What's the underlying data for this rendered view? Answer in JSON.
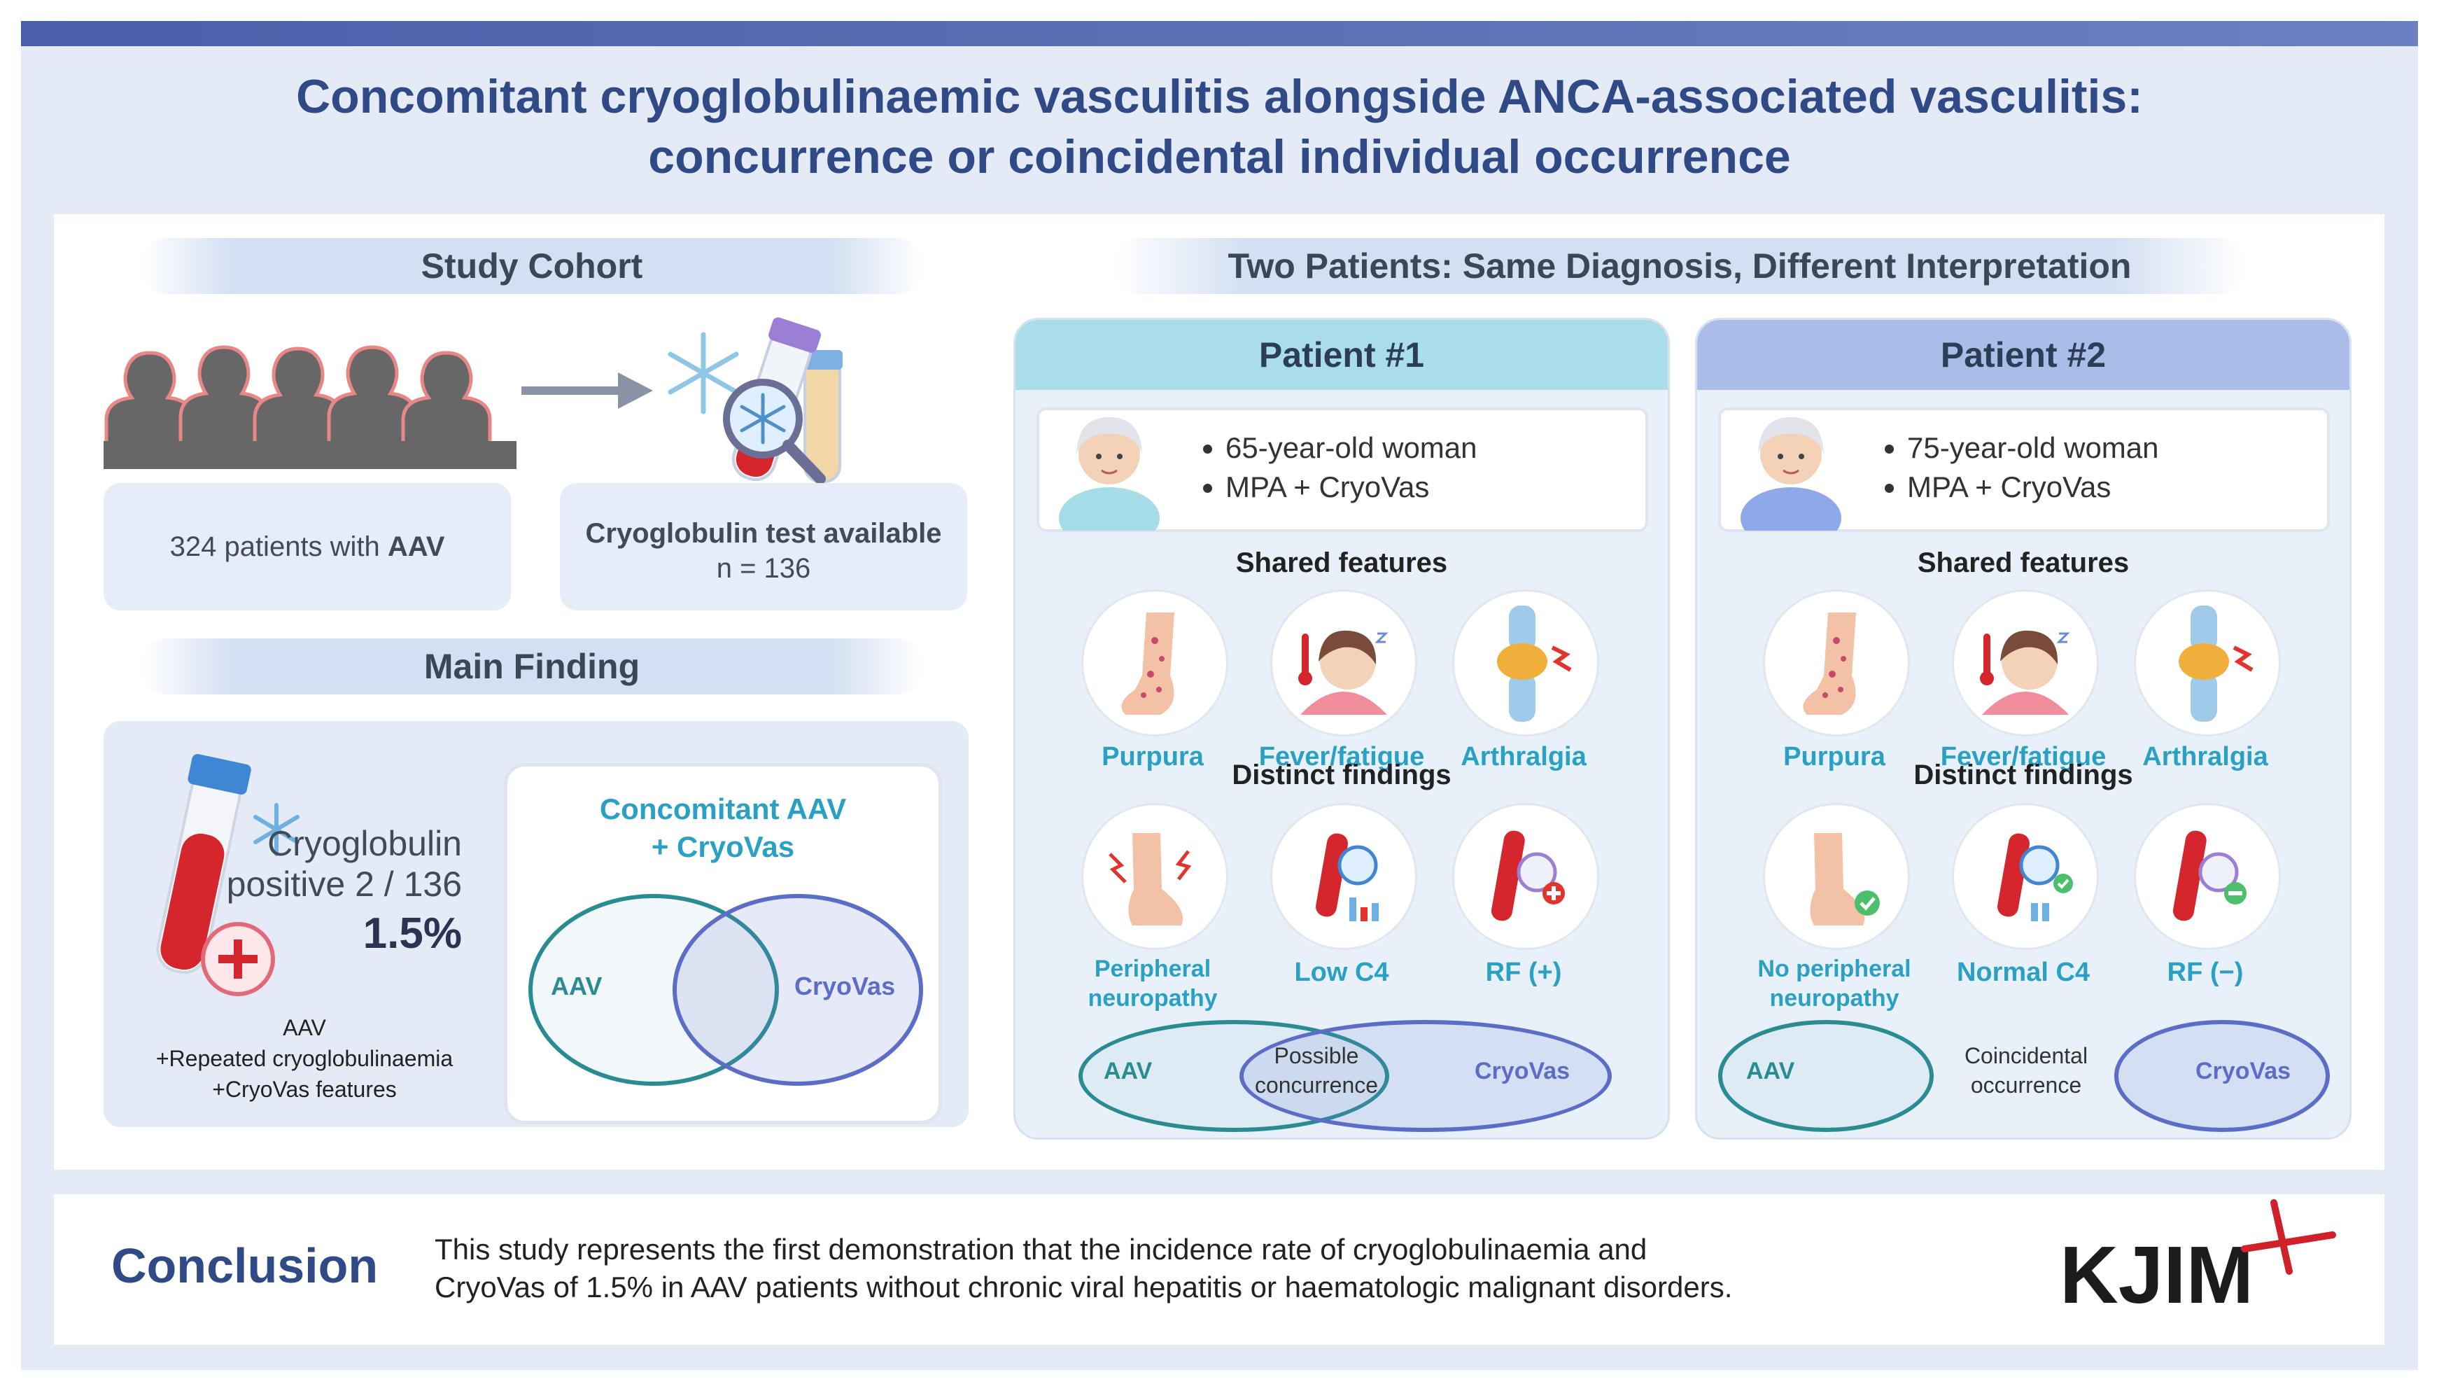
{
  "title": {
    "line1": "Concomitant cryoglobulinaemic vasculitis alongside ANCA-associated vasculitis:",
    "line2": "concurrence or coincidental individual occurrence"
  },
  "study_cohort": {
    "heading": "Study Cohort",
    "patients_count": "324",
    "patients_text": "patients with",
    "patients_bold": "AAV",
    "test_label": "Cryoglobulin test available",
    "test_n": "n = 136"
  },
  "main_finding": {
    "heading": "Main Finding",
    "positive_line1": "Cryoglobulin",
    "positive_line2": "positive 2 / 136",
    "percent": "1.5%",
    "definition": [
      "AAV",
      "+Repeated  cryoglobulinaemia",
      "+CryoVas  features"
    ],
    "venn": {
      "title_line1": "Concomitant AAV",
      "title_line2": "+ CryoVas",
      "left": "AAV",
      "right": "CryoVas"
    }
  },
  "comparison": {
    "heading": "Two Patients: Same Diagnosis, Different Interpretation",
    "shared_heading": "Shared features",
    "distinct_heading": "Distinct findings",
    "shared_features": [
      "Purpura",
      "Fever/fatigue",
      "Arthralgia"
    ],
    "patients": [
      {
        "header": "Patient #1",
        "bullets": [
          "65-year-old woman",
          "MPA + CryoVas"
        ],
        "distinct": [
          [
            "Peripheral",
            "neuropathy"
          ],
          [
            "Low C4"
          ],
          [
            "RF (+)"
          ]
        ],
        "venn_left": "AAV",
        "venn_center": [
          "Possible",
          "concurrence"
        ],
        "venn_right": "CryoVas"
      },
      {
        "header": "Patient #2",
        "bullets": [
          "75-year-old woman",
          "MPA + CryoVas"
        ],
        "distinct": [
          [
            "No peripheral",
            "neuropathy"
          ],
          [
            "Normal C4"
          ],
          [
            "RF (−)"
          ]
        ],
        "venn_left": "AAV",
        "venn_center": [
          "Coincidental",
          "occurrence"
        ],
        "venn_right": "CryoVas"
      }
    ]
  },
  "conclusion": {
    "label": "Conclusion",
    "text_line1": "This study represents the first demonstration that the incidence rate of cryoglobulinaemia and",
    "text_line2": "CryoVas of 1.5% in AAV patients without chronic viral hepatitis or haematologic malignant disorders.",
    "logo": "KJIM"
  },
  "colors": {
    "title": "#2f4a86",
    "patient1_header": "#a8dde9",
    "patient2_header": "#a9bde8",
    "teal": "#2aa0c4",
    "venn_left": "#2a8c93",
    "venn_right": "#5b6dc6",
    "logo_cross": "#d0202a"
  }
}
